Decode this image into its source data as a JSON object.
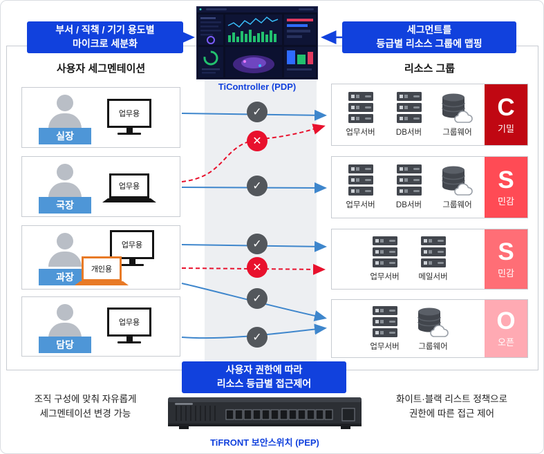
{
  "callouts": {
    "top_left": {
      "lines": [
        "부서 / 직책 / 기기 용도별",
        "마이크로 세분화"
      ]
    },
    "top_right": {
      "lines": [
        "세그먼트를",
        "등급별 리소스 그룹에 맵핑"
      ]
    },
    "bottom_center": {
      "lines": [
        "사용자 권한에 따라",
        "리소스 등급별 접근제어"
      ]
    }
  },
  "pdp": {
    "label": "TiController (PDP)"
  },
  "pep": {
    "label": "TiFRONT 보안스위치 (PEP)"
  },
  "left_panel": {
    "title": "사용자 세그멘테이션"
  },
  "right_panel": {
    "title": "리소스 그룹"
  },
  "users": [
    {
      "name": "실장",
      "devices": [
        {
          "kind": "monitor",
          "label": "업무용"
        }
      ]
    },
    {
      "name": "국장",
      "devices": [
        {
          "kind": "laptop",
          "label": "업무용"
        }
      ]
    },
    {
      "name": "과장",
      "devices": [
        {
          "kind": "monitor",
          "label": "업무용"
        },
        {
          "kind": "laptop-personal",
          "label": "개인용"
        }
      ]
    },
    {
      "name": "담당",
      "devices": [
        {
          "kind": "monitor",
          "label": "업무용"
        }
      ]
    }
  ],
  "resources": [
    {
      "servers": [
        "업무서버",
        "DB서버",
        "그룹웨어"
      ],
      "grade": {
        "letter": "C",
        "name": "기밀",
        "color": "#c00712"
      }
    },
    {
      "servers": [
        "업무서버",
        "DB서버",
        "그룹웨어"
      ],
      "grade": {
        "letter": "S",
        "name": "민감",
        "color": "#ff4b55"
      }
    },
    {
      "servers": [
        "업무서버",
        "메일서버"
      ],
      "grade": {
        "letter": "S",
        "name": "민감",
        "color": "#ff6e76"
      }
    },
    {
      "servers": [
        "업무서버",
        "그룹웨어"
      ],
      "grade": {
        "letter": "O",
        "name": "오픈",
        "color": "#ffaab3"
      }
    }
  ],
  "marks": {
    "allow": "✓",
    "deny": "✕"
  },
  "notes": {
    "bottom_left": {
      "lines": [
        "조직 구성에 맞춰 자유롭게",
        "세그멘테이션 변경 가능"
      ]
    },
    "bottom_right": {
      "lines": [
        "화이트·블랙 리스트 정책으로",
        "권한에 따른 접근 제어"
      ]
    }
  },
  "colors": {
    "callout_blue": "#1141dd",
    "user_tag_blue": "#4e96d7",
    "allow_mark_bg": "#53575c",
    "deny_mark_bg": "#e8112d",
    "allow_arrow": "#3e86cc",
    "deny_arrow": "#e8112d"
  }
}
